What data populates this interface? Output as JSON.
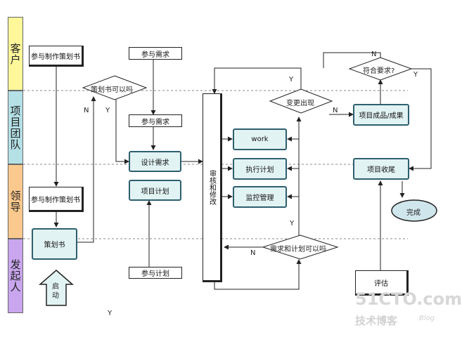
{
  "lanes": {
    "customer": "客户",
    "team": "项目团队",
    "leader": "领导",
    "initiator": "发起人"
  },
  "nodes": {
    "cust_plan": "参与制作策划书",
    "req_top": "参与需求",
    "plan_ok": "策划书可以吗",
    "req_mid": "参与需求",
    "design": "设计需求",
    "project_plan": "项目计划",
    "lead_plan": "参与制作策划书",
    "join_plan": "参与计划",
    "review": "审核和修改",
    "work": "work",
    "execute": "执行计划",
    "monitor": "监控管理",
    "change": "变更出现",
    "req_ok": "需求和计划可以吗",
    "outcome": "项目成品/成果",
    "meets": "符合要求?",
    "closing": "项目收尾",
    "done": "完成",
    "assess": "评估",
    "plan_doc": "策划书",
    "start": "启动"
  },
  "edge_labels": {
    "n": "N",
    "y": "Y"
  },
  "watermark": {
    "site": "51CTO.com",
    "tagline": "技术博客",
    "blog": "Blog"
  },
  "colors": {
    "lane_customer": "#fff79a",
    "lane_team": "#b4e0e6",
    "lane_leader": "#fbc98e",
    "lane_initiator": "#c9a6ee",
    "process_fill": "#e2f3f3",
    "process_border": "#2e5f6f",
    "done_fill": "#cfe6ec"
  }
}
